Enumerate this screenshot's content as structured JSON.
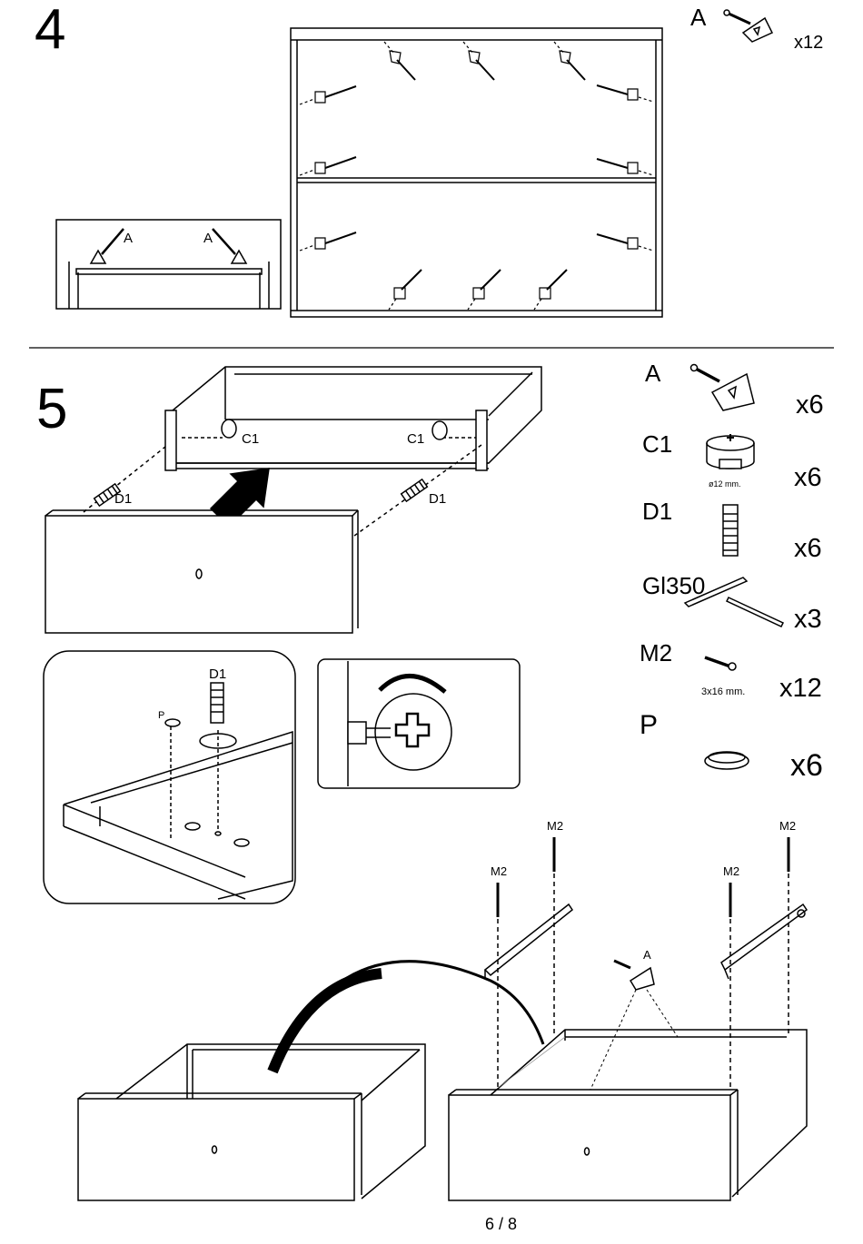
{
  "page": {
    "number": "6 / 8"
  },
  "step4": {
    "number": "4",
    "part": {
      "code": "A",
      "qty": "x12"
    },
    "detail_labels": [
      "A",
      "A"
    ]
  },
  "step5": {
    "number": "5",
    "drawer_labels": {
      "c1_left": "C1",
      "c1_right": "C1",
      "d1_left": "D1",
      "d1_right": "D1"
    },
    "detail_label_d1": "D1",
    "detail_label_p": "P",
    "parts": [
      {
        "code": "A",
        "qty": "x6",
        "note": ""
      },
      {
        "code": "C1",
        "qty": "x6",
        "note": "ø12 mm."
      },
      {
        "code": "D1",
        "qty": "x6",
        "note": ""
      },
      {
        "code": "Gl350",
        "qty": "x3",
        "note": ""
      },
      {
        "code": "M2",
        "qty": "x12",
        "note": "3x16 mm."
      },
      {
        "code": "P",
        "qty": "x6",
        "note": ""
      }
    ],
    "bottom_labels": {
      "m2": [
        "M2",
        "M2",
        "M2",
        "M2"
      ],
      "a": "A"
    }
  }
}
